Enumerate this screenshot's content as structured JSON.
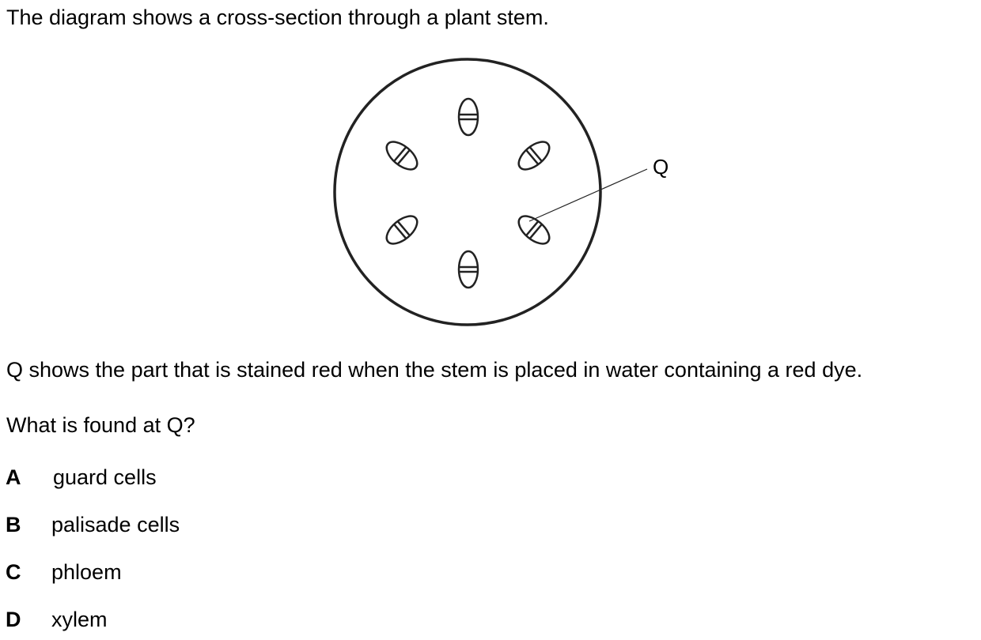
{
  "question": {
    "intro": "The diagram shows a cross-section through a plant stem.",
    "statement": "Q shows the part that is stained red when the stem is placed in water containing a red dye.",
    "prompt": "What is found at Q?"
  },
  "diagram": {
    "label": "Q"
  },
  "options": [
    {
      "letter": "A",
      "text": "guard cells"
    },
    {
      "letter": "B",
      "text": "palisade cells"
    },
    {
      "letter": "C",
      "text": "phloem"
    },
    {
      "letter": "D",
      "text": "xylem"
    }
  ]
}
